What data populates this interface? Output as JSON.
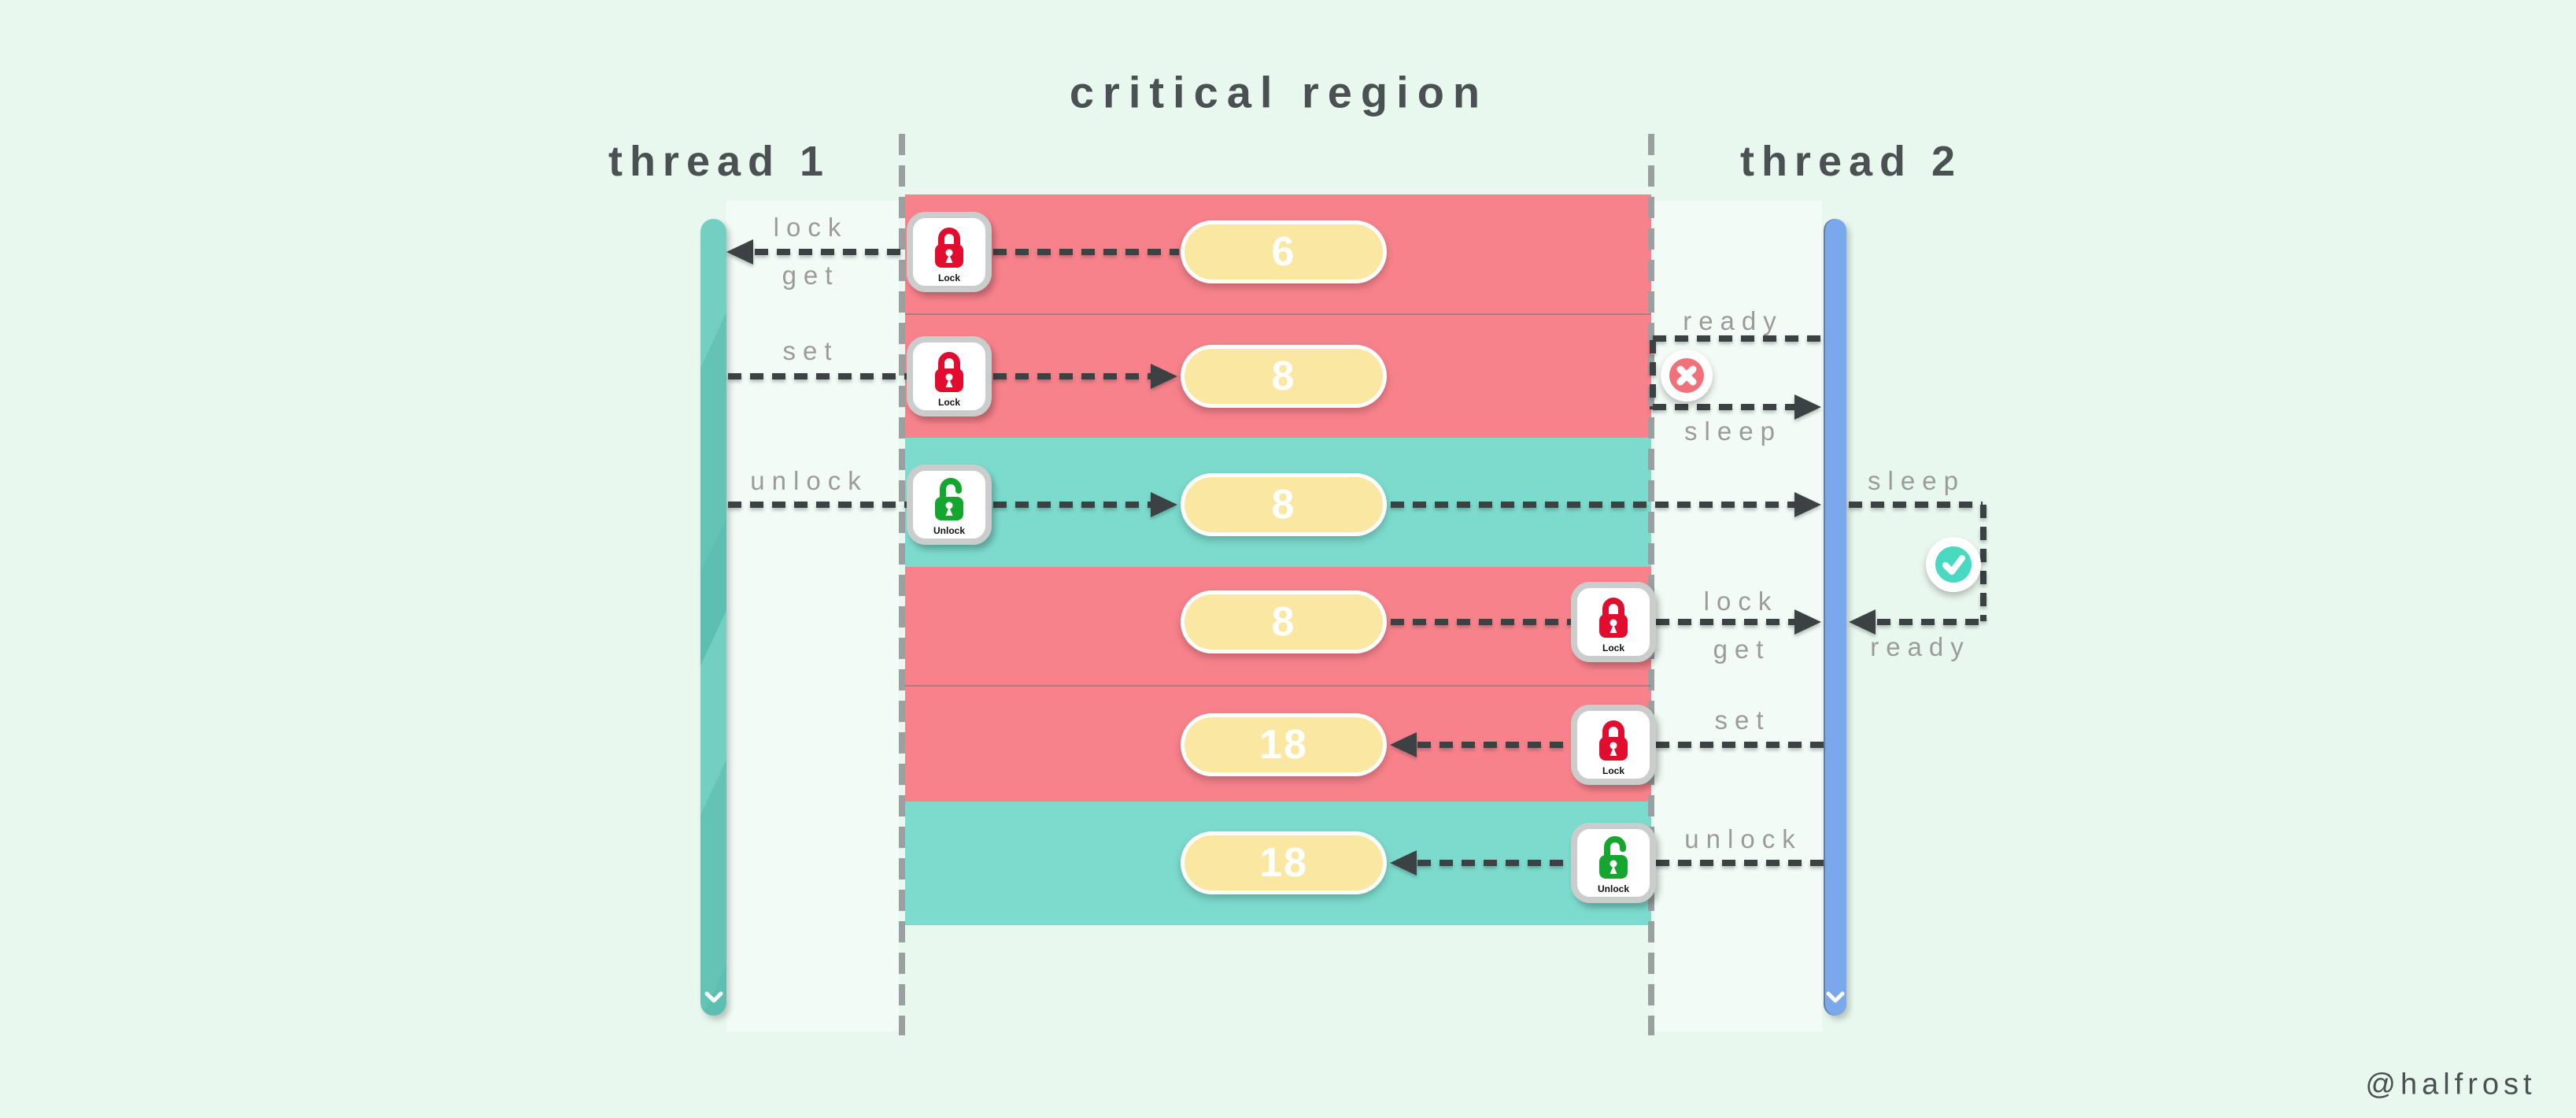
{
  "title": "critical region",
  "watermark": "@halfrost",
  "threads": [
    {
      "label": "thread 1"
    },
    {
      "label": "thread 2"
    }
  ],
  "region": {
    "bands": [
      {
        "state": "locked",
        "value": "6"
      },
      {
        "state": "locked",
        "value": "8"
      },
      {
        "state": "unlocked",
        "value": "8"
      },
      {
        "state": "locked",
        "value": "8"
      },
      {
        "state": "locked",
        "value": "18"
      },
      {
        "state": "unlocked",
        "value": "18"
      }
    ]
  },
  "icons": [
    {
      "type": "lock",
      "caption": "Lock"
    },
    {
      "type": "lock",
      "caption": "Lock"
    },
    {
      "type": "unlock",
      "caption": "Unlock"
    },
    {
      "type": "lock",
      "caption": "Lock"
    },
    {
      "type": "lock",
      "caption": "Lock"
    },
    {
      "type": "unlock",
      "caption": "Unlock"
    }
  ],
  "annotations": {
    "t1_lock": "lock",
    "t1_get": "get",
    "t1_set": "set",
    "t1_unlock": "unlock",
    "t2_ready_blocked": "ready",
    "t2_sleep_blocked": "sleep",
    "t2_sleep_wake": "sleep",
    "t2_ready_wake": "ready",
    "t2_lock": "lock",
    "t2_get": "get",
    "t2_set": "set",
    "t2_unlock": "unlock"
  },
  "colors": {
    "background": "#e9f8ee",
    "band_locked": "#f8828c",
    "band_unlocked": "#7cdbcd",
    "thread1_bar": "#6cc9bb",
    "thread2_bar": "#7ba7ec",
    "pill_fill": "#f9e7a2",
    "arrow": "#3c4243",
    "border_dash": "#9aa09f",
    "label_text": "#9b9b9b",
    "heading_text": "#4b5153",
    "fail_badge": "#f0717a",
    "success_badge": "#49d9c1",
    "lock_glyph": "#e20c2f",
    "unlock_glyph": "#14a62e"
  }
}
